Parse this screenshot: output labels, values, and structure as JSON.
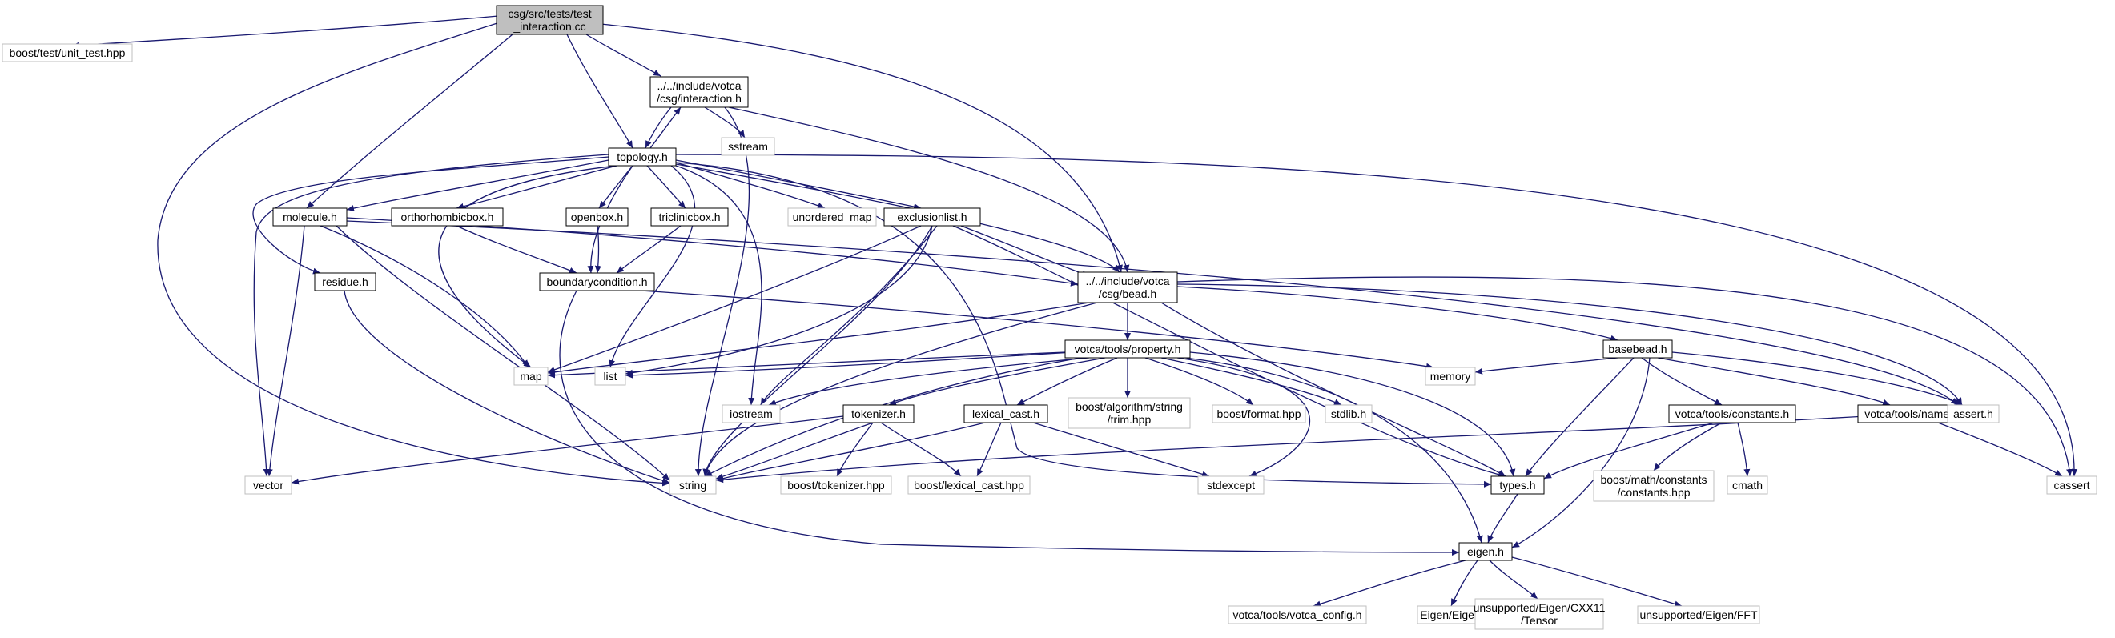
{
  "colors": {
    "edge": "#191970",
    "node_border": "#000000",
    "external_border": "#bfbfbf",
    "root_fill": "#bfbfbf",
    "node_fill": "#ffffff",
    "text": "#000000"
  },
  "nodes": {
    "root": [
      "csg/src/tests/test",
      "_interaction.cc"
    ],
    "unit_test": [
      "boost/test/unit_test.hpp"
    ],
    "interaction": [
      "../../include/votca",
      "/csg/interaction.h"
    ],
    "sstream": [
      "sstream"
    ],
    "topology": [
      "topology.h"
    ],
    "molecule": [
      "molecule.h"
    ],
    "ortho": [
      "orthorhombicbox.h"
    ],
    "openbox": [
      "openbox.h"
    ],
    "triclinic": [
      "triclinicbox.h"
    ],
    "unordered_map": [
      "unordered_map"
    ],
    "exclusionlist": [
      "exclusionlist.h"
    ],
    "bead": [
      "../../include/votca",
      "/csg/bead.h"
    ],
    "residue": [
      "residue.h"
    ],
    "boundary": [
      "boundarycondition.h"
    ],
    "property": [
      "votca/tools/property.h"
    ],
    "basebead": [
      "basebead.h"
    ],
    "map": [
      "map"
    ],
    "list": [
      "list"
    ],
    "iostream": [
      "iostream"
    ],
    "tokenizer": [
      "tokenizer.h"
    ],
    "lexical_cast": [
      "lexical_cast.h"
    ],
    "trim": [
      "boost/algorithm/string",
      "/trim.hpp"
    ],
    "format": [
      "boost/format.hpp"
    ],
    "stdlib": [
      "stdlib.h"
    ],
    "memory": [
      "memory"
    ],
    "constants": [
      "votca/tools/constants.h"
    ],
    "name": [
      "votca/tools/name.h"
    ],
    "assert": [
      "assert.h"
    ],
    "vector": [
      "vector"
    ],
    "string": [
      "string"
    ],
    "boost_tokenizer": [
      "boost/tokenizer.hpp"
    ],
    "boost_lexical": [
      "boost/lexical_cast.hpp"
    ],
    "stdexcept": [
      "stdexcept"
    ],
    "types": [
      "types.h"
    ],
    "math_constants": [
      "boost/math/constants",
      "/constants.hpp"
    ],
    "cmath": [
      "cmath"
    ],
    "cassert": [
      "cassert"
    ],
    "eigen": [
      "eigen.h"
    ],
    "votca_config": [
      "votca/tools/votca_config.h"
    ],
    "eigen_eigen": [
      "Eigen/Eigen"
    ],
    "tensor": [
      "unsupported/Eigen/CXX11",
      "/Tensor"
    ],
    "fft": [
      "unsupported/Eigen/FFT"
    ]
  }
}
